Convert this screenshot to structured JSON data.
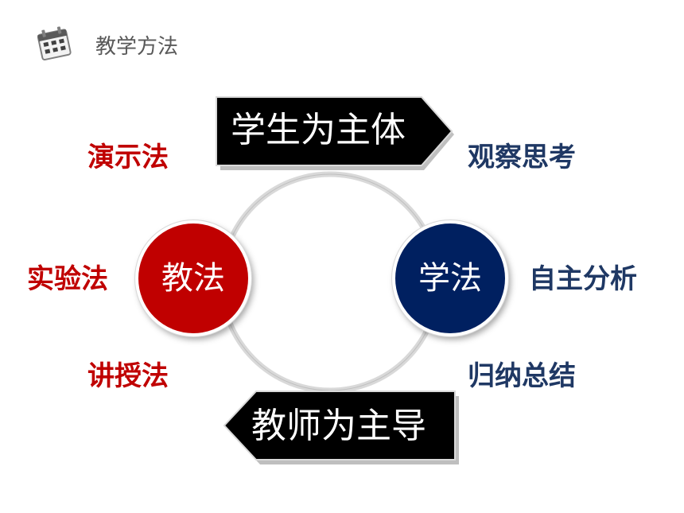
{
  "header": {
    "title": "教学方法",
    "icon": "calendar-icon"
  },
  "arrows": {
    "top": {
      "label": "学生为主体",
      "direction": "right"
    },
    "bottom": {
      "label": "教师为主导",
      "direction": "left"
    }
  },
  "circles": {
    "teach": {
      "label": "教法",
      "color": "#c00000"
    },
    "learn": {
      "label": "学法",
      "color": "#002060"
    }
  },
  "teaching_methods": {
    "demo": "演示法",
    "experiment": "实验法",
    "lecture": "讲授法",
    "color": "#c00000"
  },
  "learning_methods": {
    "observe": "观察思考",
    "analysis": "自主分析",
    "summary": "归纳总结",
    "color": "#1f3864"
  }
}
